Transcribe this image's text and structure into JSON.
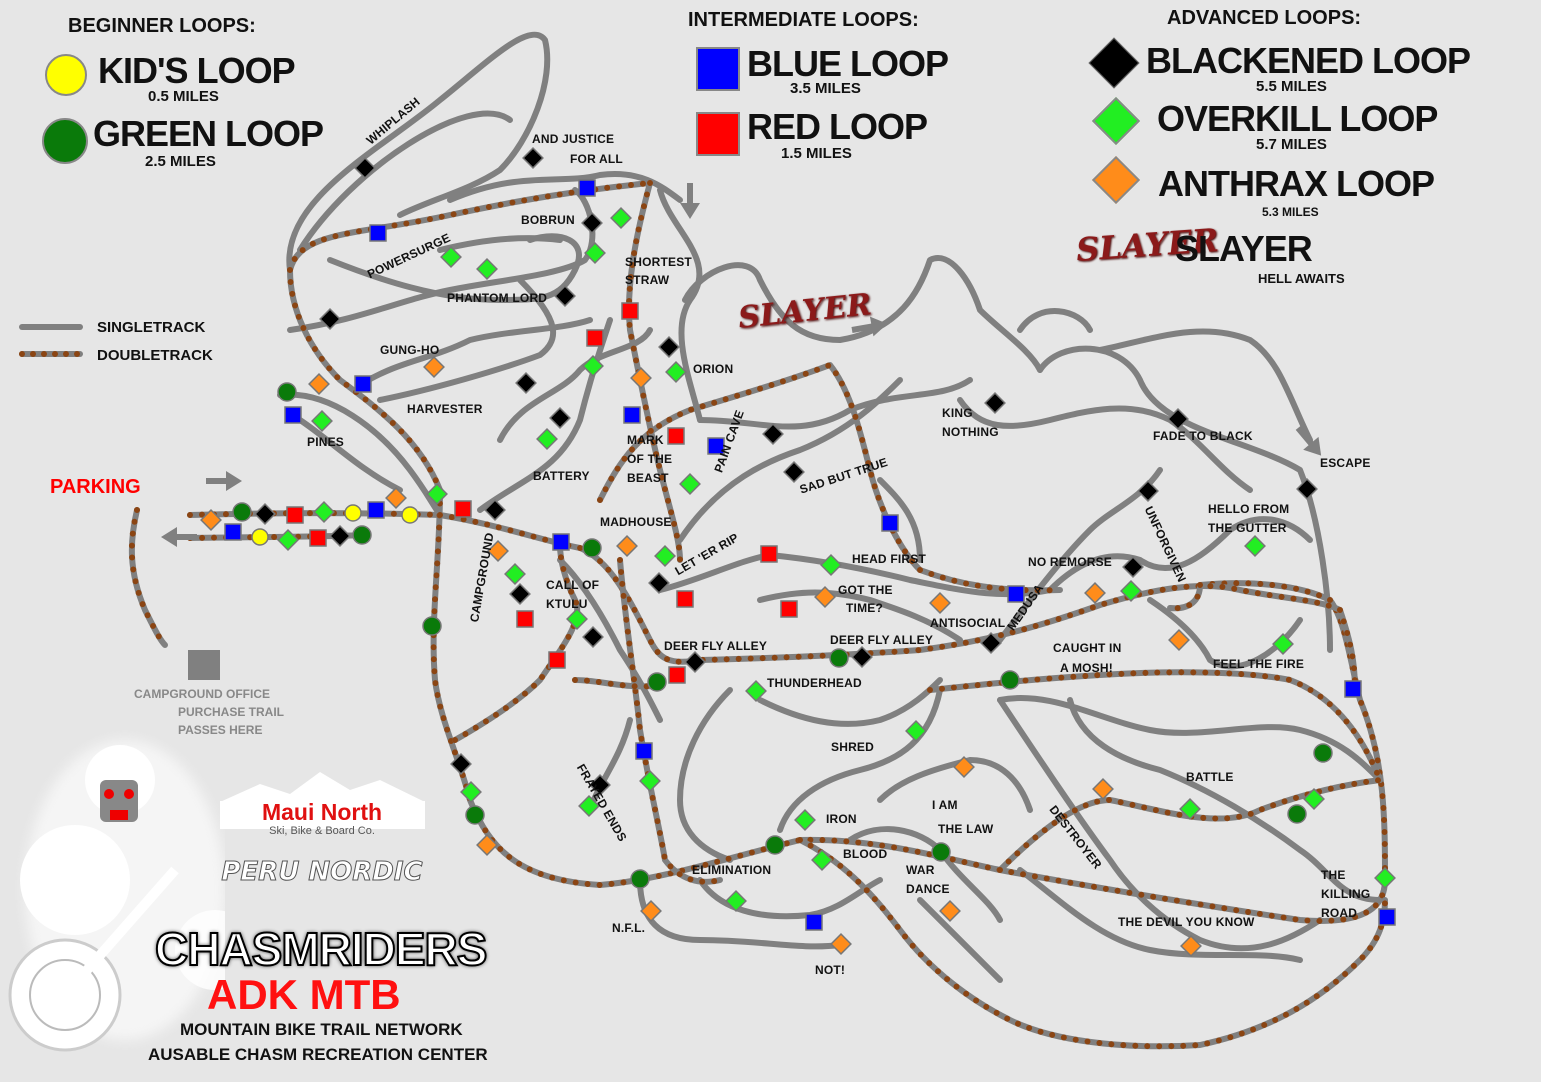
{
  "legend": {
    "beginner_title": "BEGINNER LOOPS:",
    "intermediate_title": "INTERMEDIATE LOOPS:",
    "advanced_title": "ADVANCED LOOPS:",
    "loops": [
      {
        "name": "KID'S LOOP",
        "distance": "0.5 MILES",
        "symbol": "circle",
        "color": "#ffff00"
      },
      {
        "name": "GREEN LOOP",
        "distance": "2.5 MILES",
        "symbol": "circle",
        "color": "#0a7a0a"
      },
      {
        "name": "BLUE LOOP",
        "distance": "3.5 MILES",
        "symbol": "square",
        "color": "#0000ff"
      },
      {
        "name": "RED LOOP",
        "distance": "1.5 MILES",
        "symbol": "square",
        "color": "#ff0000"
      },
      {
        "name": "BLACKENED LOOP",
        "distance": "5.5 MILES",
        "symbol": "diamond",
        "color": "#000000"
      },
      {
        "name": "OVERKILL LOOP",
        "distance": "5.7 MILES",
        "symbol": "diamond",
        "color": "#22ee22"
      },
      {
        "name": "ANTHRAX LOOP",
        "distance": "5.3 MILES",
        "symbol": "diamond",
        "color": "#ff8c1a"
      },
      {
        "name": "SLAYER",
        "distance": "HELL AWAITS",
        "symbol": "slayer-logo",
        "color": "#8b1a1a"
      }
    ],
    "track_types": [
      {
        "name": "SINGLETRACK",
        "color": "#808080"
      },
      {
        "name": "DOUBLETRACK",
        "color": "#8b4513"
      }
    ]
  },
  "slayer_logo": "SLAYER",
  "parking": "PARKING",
  "campground_office": [
    "CAMPGROUND OFFICE",
    "PURCHASE TRAIL",
    "PASSES HERE"
  ],
  "sponsor": {
    "name": "Maui North",
    "tagline": "Ski, Bike & Board Co.",
    "partner": "PERU NORDIC"
  },
  "branding": {
    "title": "CHASMRIDERS",
    "subtitle": "ADK MTB",
    "line1": "MOUNTAIN BIKE TRAIL NETWORK",
    "line2": "AUSABLE CHASM RECREATION CENTER"
  },
  "trails": [
    "WHIPLASH",
    "AND JUSTICE",
    "FOR ALL",
    "BOBRUN",
    "POWERSURGE",
    "PHANTOM LORD",
    "SHORTEST",
    "STRAW",
    "GUNG-HO",
    "ORION",
    "HARVESTER",
    "PINES",
    "MARK",
    "OF THE",
    "BEAST",
    "PAIN CAVE",
    "SAD BUT TRUE",
    "KING",
    "NOTHING",
    "FADE TO BLACK",
    "ESCAPE",
    "UNFORGIVEN",
    "BATTERY",
    "MADHOUSE",
    "HELLO FROM",
    "THE GUTTER",
    "LET 'ER RIP",
    "HEAD FIRST",
    "NO REMORSE",
    "GOT THE",
    "TIME?",
    "ANTISOCIAL",
    "MEDUSA",
    "CAMPGROUND",
    "CALL OF",
    "KTULU",
    "DEER FLY ALLEY",
    "DEER FLY ALLEY",
    "CAUGHT IN",
    "A MOSH!",
    "FEEL THE FIRE",
    "THUNDERHEAD",
    "SHRED",
    "FRAYED ENDS",
    "DESTROYER",
    "BATTLE",
    "I AM",
    "THE LAW",
    "IRON",
    "BLOOD",
    "ELIMINATION",
    "WAR",
    "DANCE",
    "THE",
    "KILLING",
    "ROAD",
    "THE DEVIL YOU KNOW",
    "N.F.L.",
    "NOT!"
  ],
  "colors": {
    "background": "#e6e6e6",
    "singletrack": "#808080",
    "doubletrack_dots": "#8b4513",
    "parking": "#ff0000"
  }
}
